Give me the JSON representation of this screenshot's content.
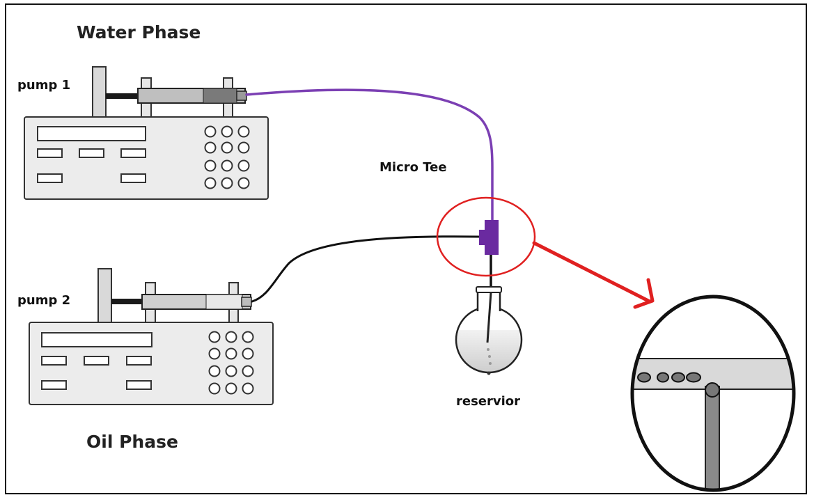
{
  "labels": {
    "water_phase": "Water Phase",
    "oil_phase": "Oil Phase",
    "pump1": "pump 1",
    "pump2": "pump 2",
    "micro_tee": "Micro Tee",
    "reservoir": "reservior"
  },
  "colors": {
    "water_line": "#7b3fb3",
    "oil_line": "#111111",
    "tee_fill": "#6a2aa0",
    "highlight": "#e02020",
    "frame": "#111111"
  }
}
